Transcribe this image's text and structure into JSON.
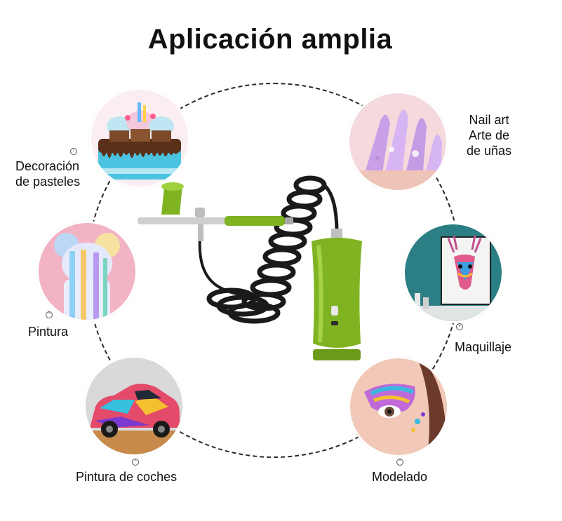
{
  "header": {
    "title": "Aplicación amplia"
  },
  "applications": [
    {
      "id": "cakes",
      "lines": [
        "Decoración",
        "de pasteles"
      ]
    },
    {
      "id": "nails",
      "lines": [
        "Nail art",
        "Arte de",
        "de uñas"
      ]
    },
    {
      "id": "painting",
      "lines": [
        "Pintura"
      ]
    },
    {
      "id": "makeup",
      "lines": [
        "Maquillaje"
      ]
    },
    {
      "id": "cars",
      "lines": [
        "Pintura de coches"
      ]
    },
    {
      "id": "modeling",
      "lines": [
        "Modelado"
      ]
    }
  ],
  "colors": {
    "ring": "#2a2a2a",
    "device_green": "#7fb321",
    "hose": "#1a1a1a"
  }
}
